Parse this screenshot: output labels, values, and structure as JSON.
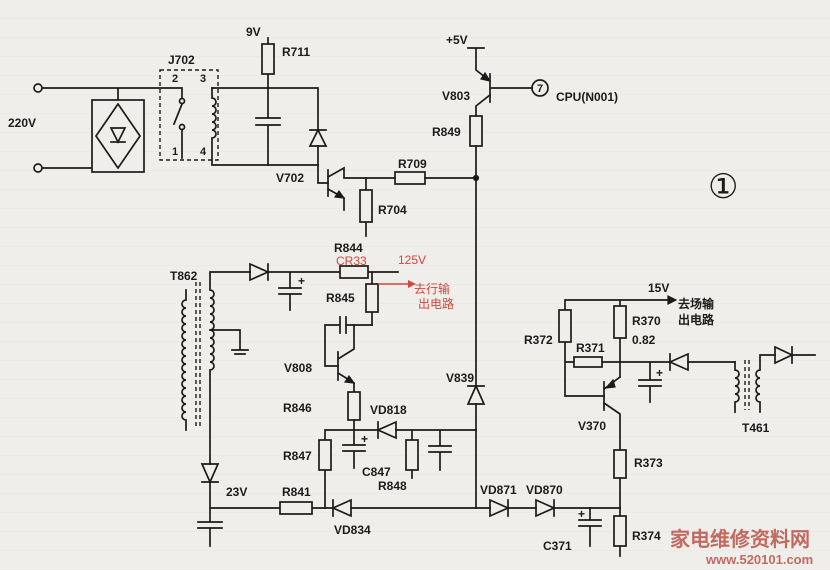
{
  "labels": {
    "mains": "220V",
    "v9": "9V",
    "r711": "R711",
    "j702": "J702",
    "j702_pin2": "2",
    "j702_pin3": "3",
    "j702_pin1": "1",
    "j702_pin4": "4",
    "v5": "+5V",
    "v803": "V803",
    "pin7": "7",
    "cpu": "CPU(N001)",
    "r849": "R849",
    "v702": "V702",
    "r709": "R709",
    "r704": "R704",
    "fig_number": "①",
    "r844": "R844",
    "cr33": "CR33",
    "v125": "125V",
    "line_out_1": "去行输",
    "line_out_2": "出电路",
    "r845": "R845",
    "t862": "T862",
    "v808": "V808",
    "r846": "R846",
    "vd818": "VD818",
    "r847": "R847",
    "c847": "C847",
    "r848": "R848",
    "v23": "23V",
    "r841": "R841",
    "vd834": "VD834",
    "v839": "V839",
    "v15": "15V",
    "field_out_1": "去场输",
    "field_out_2": "出电路",
    "r372": "R372",
    "r370": "R370",
    "r370_value": "0.82",
    "r371": "R371",
    "v370": "V370",
    "t461": "T461",
    "r373": "R373",
    "vd871": "VD871",
    "vd870": "VD870",
    "c371": "C371",
    "r374": "R374",
    "plus": "+"
  },
  "watermark": {
    "site_name": "家电维修资料网",
    "url": "www.520101.com"
  },
  "colors": {
    "ink": "#1b1b1b",
    "annotation": "#d2473f",
    "paper": "#f0eeea",
    "watermark": "#b8544a"
  }
}
